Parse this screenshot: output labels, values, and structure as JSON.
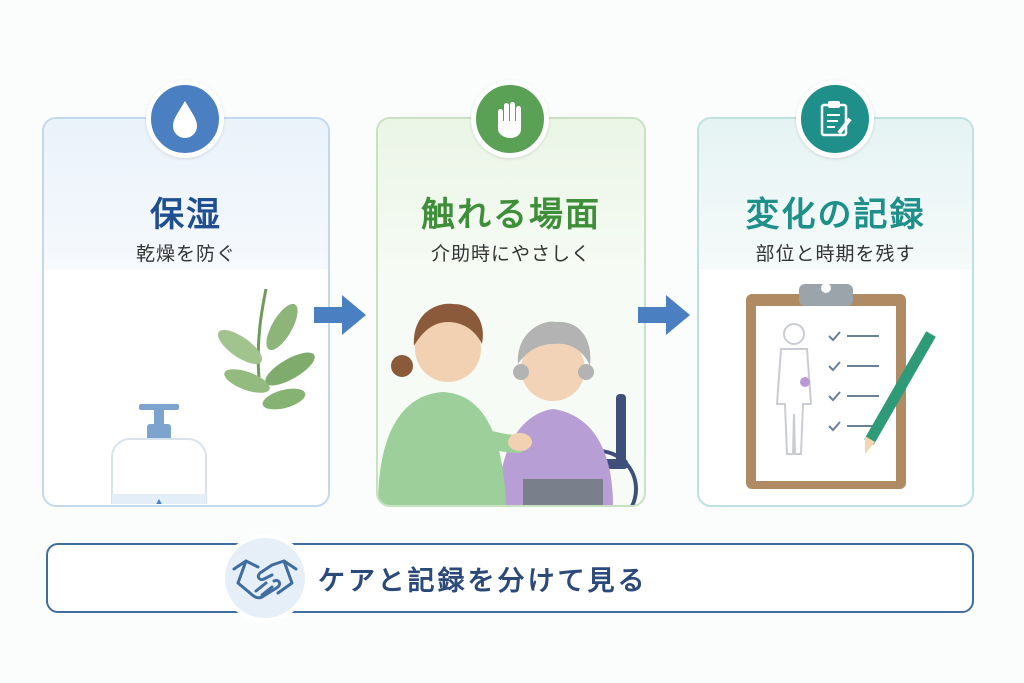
{
  "colors": {
    "blue": "#4a7fc1",
    "green": "#3e8e3a",
    "teal": "#1f8f8a",
    "arrow": "#4a7fc1",
    "navy": "#2b4a7a"
  },
  "steps": [
    {
      "title": "保湿",
      "subtitle": "乾燥を防ぐ",
      "icon": "water-drop-icon"
    },
    {
      "title": "触れる場面",
      "subtitle": "介助時にやさしく",
      "icon": "hand-icon"
    },
    {
      "title": "変化の記録",
      "subtitle": "部位と時期を残す",
      "icon": "clipboard-icon"
    }
  ],
  "banner": {
    "text": "ケアと記録を分けて見る",
    "icon": "handshake-icon"
  }
}
